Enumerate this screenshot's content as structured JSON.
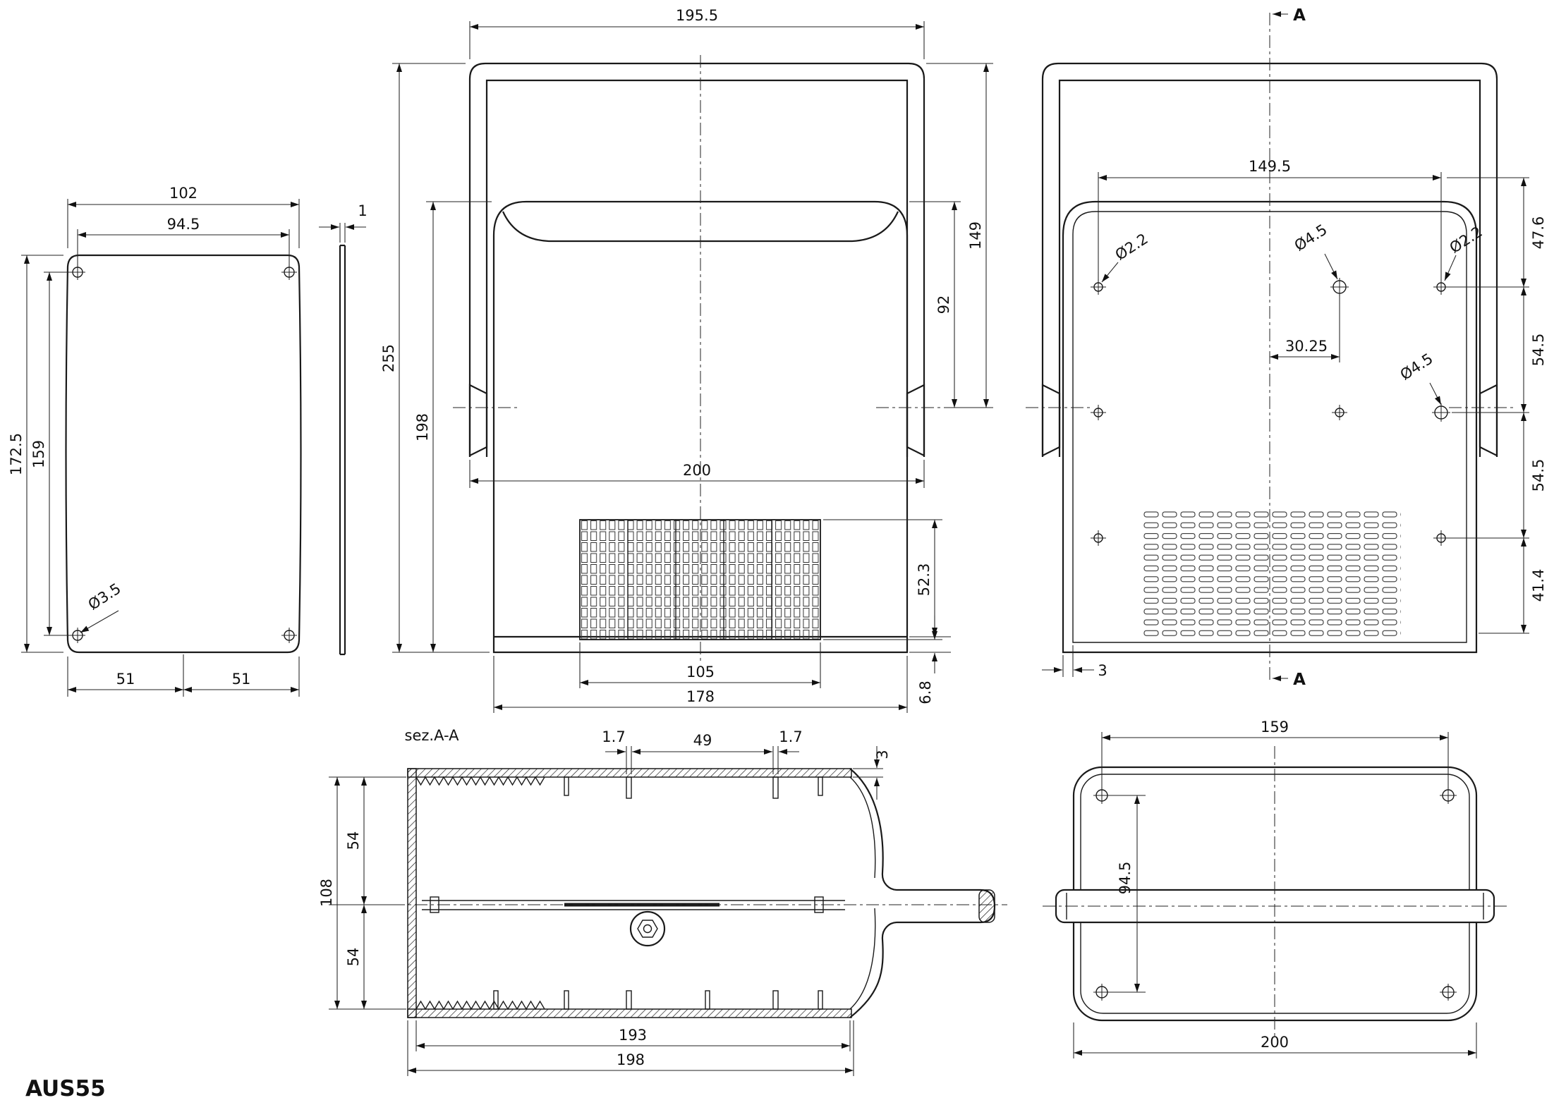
{
  "title": "AUS55",
  "front_panel": {
    "width_overall": "102",
    "width_holes": "94.5",
    "height_overall": "172.5",
    "height_holes": "159",
    "bottom_half_left": "51",
    "bottom_half_right": "51",
    "hole_diameter": "Ø3.5",
    "panel_thickness": "1"
  },
  "front_view": {
    "handle_width": "195.5",
    "height_overall": "255",
    "body_height": "198",
    "handle_to_pivot": "149",
    "body_top_to_pivot": "92",
    "width_over_pivots": "200",
    "grille_height": "52.3",
    "bottom_lip": "6.8",
    "grille_width": "105",
    "body_width": "178"
  },
  "back_view": {
    "section_marker_top": "A",
    "section_marker_bottom": "A",
    "boss_spacing_width": "149.5",
    "hole_top_left": "Ø2.2",
    "hole_top_center": "Ø4.5",
    "hole_top_right": "Ø2.2",
    "hole_mid_right": "Ø4.5",
    "center_offset": "30.25",
    "row_top": "47.6",
    "row_mid1": "54.5",
    "row_mid2": "54.5",
    "row_bottom": "41.4",
    "wall_thickness": "3"
  },
  "section_view": {
    "label": "sez.A-A",
    "rib_left": "1.7",
    "rib_spacing": "49",
    "rib_right": "1.7",
    "wall_top": "3",
    "half_upper": "54",
    "half_lower": "54",
    "inner_height": "108",
    "inner_width": "193",
    "outer_width": "198"
  },
  "bottom_view": {
    "screw_spacing": "159",
    "screw_row_spacing": "94.5",
    "width_overall": "200"
  }
}
